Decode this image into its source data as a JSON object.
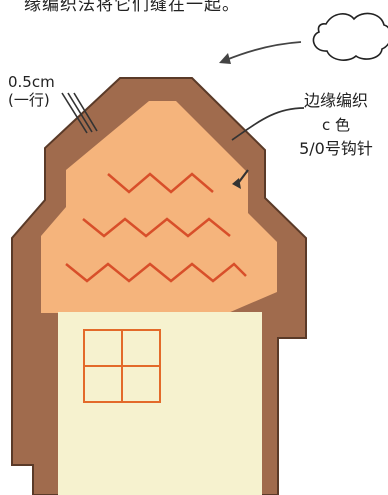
{
  "caption_text": "缘编织法将它们缝在一起。",
  "left_label": {
    "line1": "0.5cm",
    "line2": "(一行)"
  },
  "right_label": {
    "line1": "边缘编织",
    "line2": "c 色",
    "line3": "5/0号钩针"
  },
  "colors": {
    "outer_border": "#a06b4d",
    "border_edge": "#5a3a28",
    "roof": "#f5b47c",
    "wall": "#f6f2cf",
    "window": "#e36a2a",
    "zigzag": "#d84f2a",
    "cloud": "#222222",
    "arrow": "#444444"
  },
  "icons": {
    "cloud": "cloud-icon",
    "arrow": "arrow-icon"
  }
}
